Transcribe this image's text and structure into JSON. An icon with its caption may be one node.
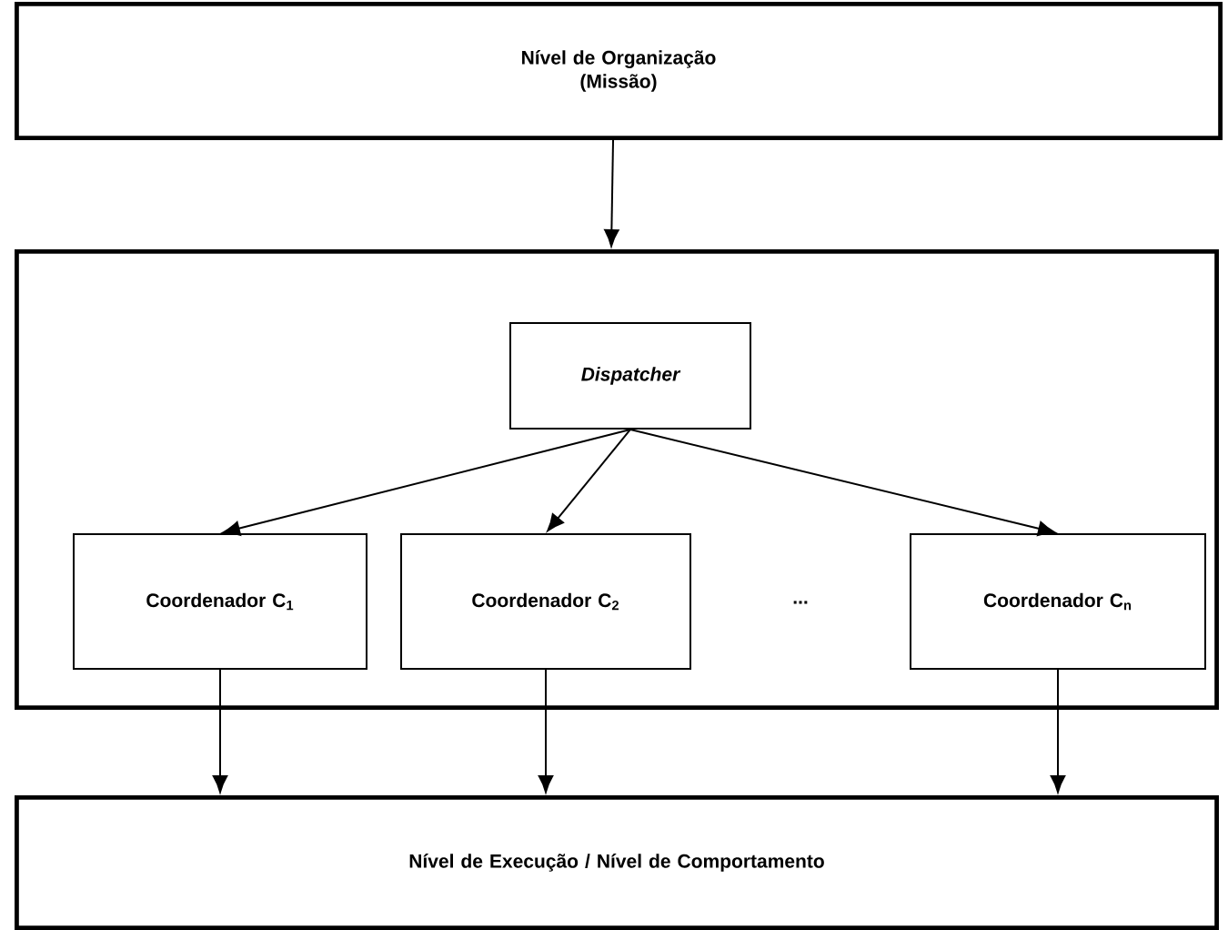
{
  "diagram": {
    "nodes": [
      {
        "text": [
          "Nível de Organização (Missão)"
        ]
      },
      {
        "text": [],
        "shape": "box"
      },
      {
        "text": [
          "Dispatcher"
        ],
        "in": 1
      },
      {
        "text": [
          "Coordenador C$_{1}$"
        ],
        "in": 1
      },
      {
        "text": [
          "Coordenador C$_{2}$"
        ],
        "in": 1
      },
      {
        "text": [
          "Coordenador C$_{n}$"
        ],
        "in": 1
      },
      {
        "text": [
          "Nível de Execução / Nível de Comportamento"
        ]
      }
    ],
    "edges": [
      {
        "from": 0,
        "to": 1,
        "arrow": "to"
      },
      {
        "from": 2,
        "to": 3,
        "arrow": "to"
      },
      {
        "from": 2,
        "to": 4,
        "arrow": "to"
      },
      {
        "from": 2,
        "to": 5,
        "arrow": "to"
      },
      {
        "from": 3,
        "to": 6,
        "arrow": "to"
      },
      {
        "from": 4,
        "to": 6,
        "arrow": "to"
      },
      {
        "from": 5,
        "to": 6,
        "arrow": "to"
      }
    ],
    "labels": [
      "..."
    ]
  }
}
